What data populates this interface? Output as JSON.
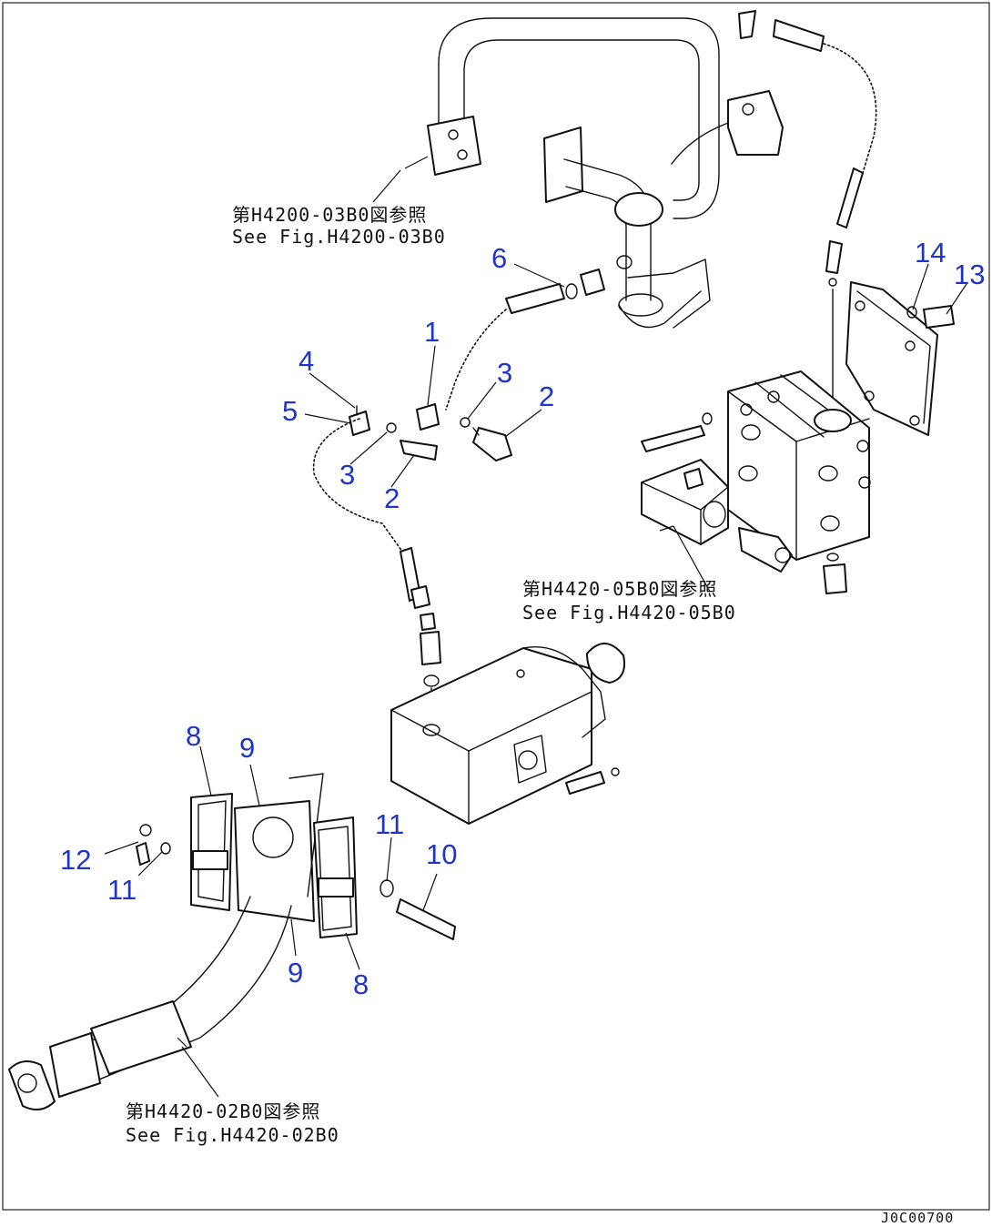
{
  "diagram": {
    "callouts": {
      "c1": "1",
      "c2a": "2",
      "c2b": "2",
      "c3a": "3",
      "c3b": "3",
      "c4": "4",
      "c5": "5",
      "c6": "6",
      "c8a": "8",
      "c8b": "8",
      "c9a": "9",
      "c9b": "9",
      "c10": "10",
      "c11a": "11",
      "c11b": "11",
      "c12": "12",
      "c13": "13",
      "c14": "14"
    },
    "references": [
      {
        "jp": "第H4200-03B0図参照",
        "en": "See Fig.H4200-03B0"
      },
      {
        "jp": "第H4420-05B0図参照",
        "en": "See Fig.H4420-05B0"
      },
      {
        "jp": "第H4420-02B0図参照",
        "en": "See Fig.H4420-02B0"
      }
    ],
    "drawing_number": "J0C00700"
  }
}
